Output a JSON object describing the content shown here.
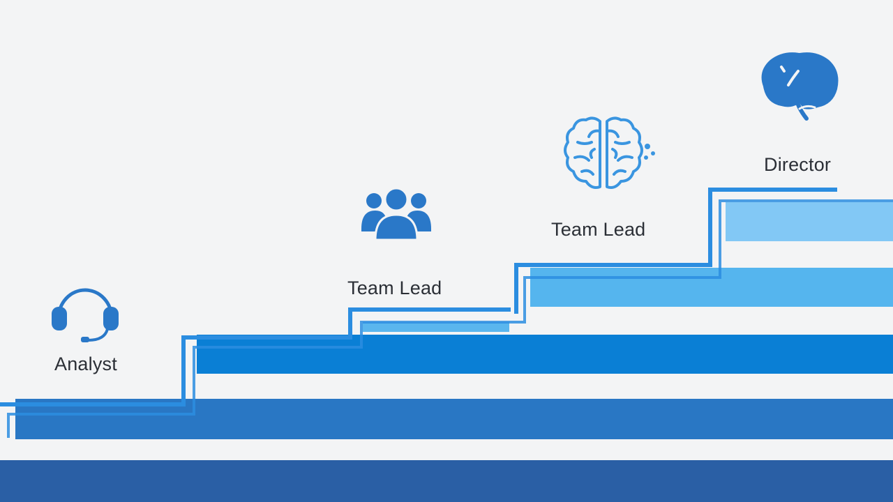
{
  "steps": [
    {
      "label": "Analyst",
      "icon": "headset-icon"
    },
    {
      "label": "Team Lead",
      "icon": "team-icon"
    },
    {
      "label": "Team Lead",
      "icon": "brain-outline-icon"
    },
    {
      "label": "Director",
      "icon": "brain-icon"
    }
  ],
  "colors": {
    "background": "#f3f4f5",
    "band_darkest": "#2a5fa5",
    "band_dark": "#2977c4",
    "band_mid": "#0a7fd5",
    "band_light": "#55b5ee",
    "band_lightest": "#82c8f5",
    "step_outline": "#2b8de0",
    "icon_blue": "#2a78c8",
    "icon_outline_blue": "#3a95e0"
  }
}
